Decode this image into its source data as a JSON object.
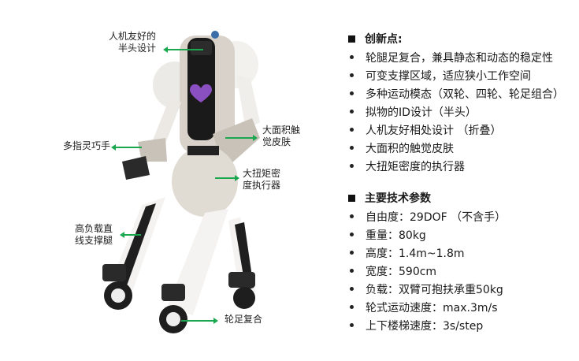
{
  "callouts": {
    "head": "人机友好的\n半头设计",
    "head_l1": "人机友好的",
    "head_l2": "半头设计",
    "hand": "多指灵巧手",
    "skin_l1": "大面积触",
    "skin_l2": "觉皮肤",
    "actuator_l1": "大扭矩密",
    "actuator_l2": "度执行器",
    "leg_l1": "高负载直",
    "leg_l2": "线支撑腿",
    "wheel": "轮足复合"
  },
  "colors": {
    "arrow": "#1aa84f",
    "heart": "#8a4fc0"
  },
  "innovation": {
    "title": "创新点:",
    "items": [
      "轮腿足复合，兼具静态和动态的稳定性",
      "可变支撑区域，适应狭小工作空间",
      "多种运动模态（双轮、四轮、轮足组合）",
      "拟物的ID设计（半头）",
      "人机友好相处设计 （折叠）",
      "大面积的触觉皮肤",
      "大扭矩密度的执行器"
    ]
  },
  "specs": {
    "title": "主要技术参数",
    "items": [
      "自由度：29DOF （不含手）",
      "重量：80kg",
      "高度：1.4m~1.8m",
      "宽度：590cm",
      "负载：双臂可抱扶承重50kg",
      "轮式运动速度：max.3m/s",
      "上下楼梯速度：3s/step"
    ]
  }
}
